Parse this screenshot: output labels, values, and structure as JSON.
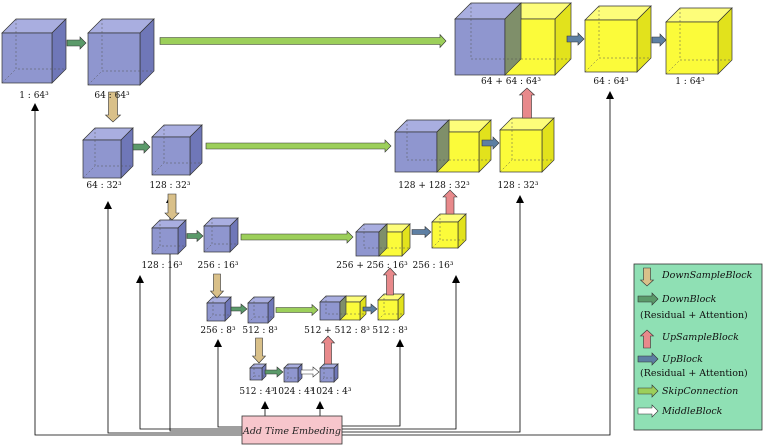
{
  "colors": {
    "blue_front": "#8f96cf",
    "blue_top": "#a9aee0",
    "blue_side": "#6f77b8",
    "yellow_front": "#fbfb3a",
    "yellow_top": "#fdfd7a",
    "yellow_side": "#e2e21c",
    "skip_arrow": "#9ccf5a",
    "down_block_arrow": "#5b9a6a",
    "downsample_arrow": "#d9c089",
    "upsample_arrow": "#e8898b",
    "up_block_arrow": "#5d7fa3",
    "middle_arrow": "#ffffff",
    "legend_bg": "#8fe0b4",
    "time_box_bg": "#f7c6cc"
  },
  "labels": {
    "l1": "1 : 64³",
    "l2": "64 : 64³",
    "l3": "64 : 32³",
    "l4": "128 : 32³",
    "l5": "128 : 16³",
    "l6": "256 : 16³",
    "l7": "256 : 8³",
    "l8": "512 : 8³",
    "l9": "512 : 4³",
    "l10": "1024 : 4³",
    "l11": "1024 : 4³",
    "l12": "512 + 512 : 8³",
    "l13": "512 : 8³",
    "l14": "256 + 256 : 16³",
    "l15": "256 : 16³",
    "l16": "128 + 128 : 32³",
    "l17": "128 : 32³",
    "l18": "64 + 64 : 64³",
    "l19": "64 : 64³",
    "l20": "1 : 64³"
  },
  "time_box": {
    "text": "Add Time Embeding"
  },
  "legend": {
    "downsample": "DownSampleBlock",
    "downblock": "DownBlock",
    "downblock_sub": "(Residual + Attention)",
    "upsample": "UpSampleBlock",
    "upblock": "UpBlock",
    "upblock_sub": "(Residual + Attention)",
    "skip": "SkipConnection",
    "middle": "MiddleBlock"
  }
}
